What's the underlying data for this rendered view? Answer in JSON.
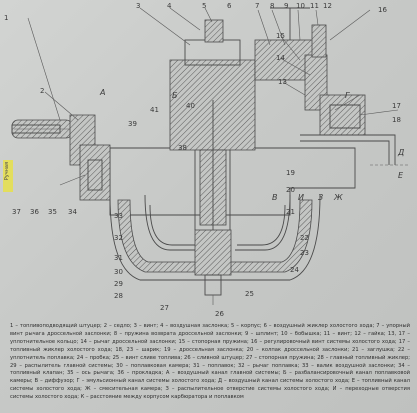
{
  "diagram": {
    "numbers": [
      "1",
      "2",
      "3",
      "4",
      "5",
      "6",
      "7",
      "8",
      "9",
      "10",
      "11",
      "12",
      "16",
      "15",
      "14",
      "13",
      "17",
      "18",
      "19",
      "20",
      "21",
      "22",
      "23",
      "24",
      "25",
      "26",
      "27",
      "28",
      "29",
      "30",
      "31",
      "32",
      "33",
      "34",
      "35",
      "36",
      "37",
      "38",
      "39",
      "40",
      "41"
    ],
    "letters": [
      "А",
      "Б",
      "В",
      "Г",
      "Д",
      "Е",
      "Ж",
      "З",
      "И"
    ],
    "side_label": "Ручная"
  },
  "legend": {
    "text": "1 – топливоподводящий штуцер; 2 – седло; 3 – винт; 4 – воздушная заслонка; 5 – корпус; 6 – воздушный жиклер холостого хода; 7 – упорный винт рычага дроссельной заслонки; 8 – пружина возврата дроссельной заслонки; 9 – шплинт; 10 – бобышка; 11 – винт; 12 – гайка; 13, 17 – уплотнительное кольцо; 14 – рычаг дроссельной заслонки; 15 – стопорная пружина; 16 – регулировочный винт системы холостого хода; 17 – топливный жиклер холостого хода; 18, 23 – шарик; 19 – дроссельная заслонка; 20 – колпак дроссельной заслонки; 21 – заглушка; 22 – уплотнитель поплавка; 24 – пробка; 25 – винт сливе топлива; 26 – сливной штуцер; 27 – стопорная пружина; 28 – главный топливный жиклер; 29 – распылитель главной системы; 30 – поплавковая камера; 31 – поплавок; 32 – рычаг поплавка; 33 – валик воздушной заслонки; 34 – топливный клапан; 35 – ось рычага; 36 – прокладка; А – воздушный канал главной системы; Б – разбалансировочный канал поплавковой камеры; В – диффузор; Г – эмульсионный канал системы холостого хода; Д – воздушный канал системы холостого хода; Е – топливный канал системы холостого хода; Ж – смесительная камера; З – распылительное отверстие системы холостого хода; И – переходные отверстия системы холостого хода; К – расстояние между корпусом карбюратора и поплавком"
  }
}
